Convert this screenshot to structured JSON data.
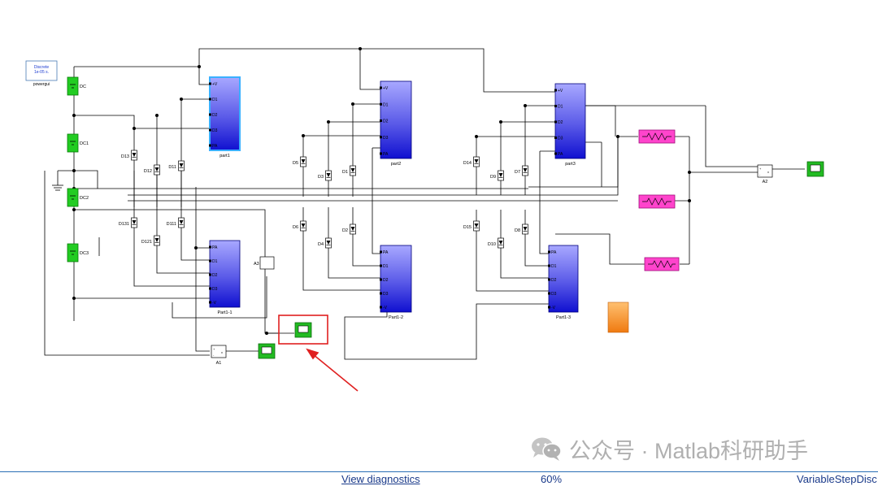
{
  "powergui": {
    "line1": "Discrete",
    "line2": "1e-05 s.",
    "label": "powergui"
  },
  "sources": [
    "DC",
    "DC1",
    "DC2",
    "DC3"
  ],
  "subsystems": [
    {
      "name": "part1",
      "ports": [
        "+V",
        "D1",
        "D2",
        "D3",
        "PA"
      ]
    },
    {
      "name": "part2",
      "ports": [
        "+V",
        "D1",
        "D2",
        "D3",
        "PA"
      ]
    },
    {
      "name": "part3",
      "ports": [
        "+V",
        "D1",
        "D2",
        "D3",
        "PA"
      ]
    },
    {
      "name": "Part1-1",
      "ports": [
        "PA",
        "D1",
        "D2",
        "D3",
        "-V"
      ]
    },
    {
      "name": "Part1-2",
      "ports": [
        "PA",
        "D1",
        "D2",
        "D3",
        "-V"
      ]
    },
    {
      "name": "Part1-3",
      "ports": [
        "PA",
        "D1",
        "D2",
        "D3",
        "-V"
      ]
    }
  ],
  "diodes": {
    "g1_top": [
      "D13",
      "D12",
      "D11"
    ],
    "g1_bot": [
      "D131",
      "D121",
      "D111"
    ],
    "g2_top": [
      "D5",
      "D3",
      "D1"
    ],
    "g2_bot": [
      "D6",
      "D4",
      "D2"
    ],
    "g3_top": [
      "D14",
      "D9",
      "D7"
    ],
    "g3_bot": [
      "D15",
      "D10",
      "D8"
    ]
  },
  "meters": {
    "a1": "A1",
    "a2": "A2",
    "a3": "A3",
    "plus": "+",
    "minus": "-",
    "v": "v"
  },
  "watermark": "公众号 · Matlab科研助手",
  "status": {
    "diagnostics": "View diagnostics",
    "zoom": "60%",
    "solver": "VariableStepDisc"
  },
  "colors": {
    "source": "#22cc22",
    "subsystem": "#6a6af0",
    "load": "#ff44cc",
    "scope": "#22bb22",
    "highlight": "#e02020",
    "constant": "#f08a1c"
  }
}
